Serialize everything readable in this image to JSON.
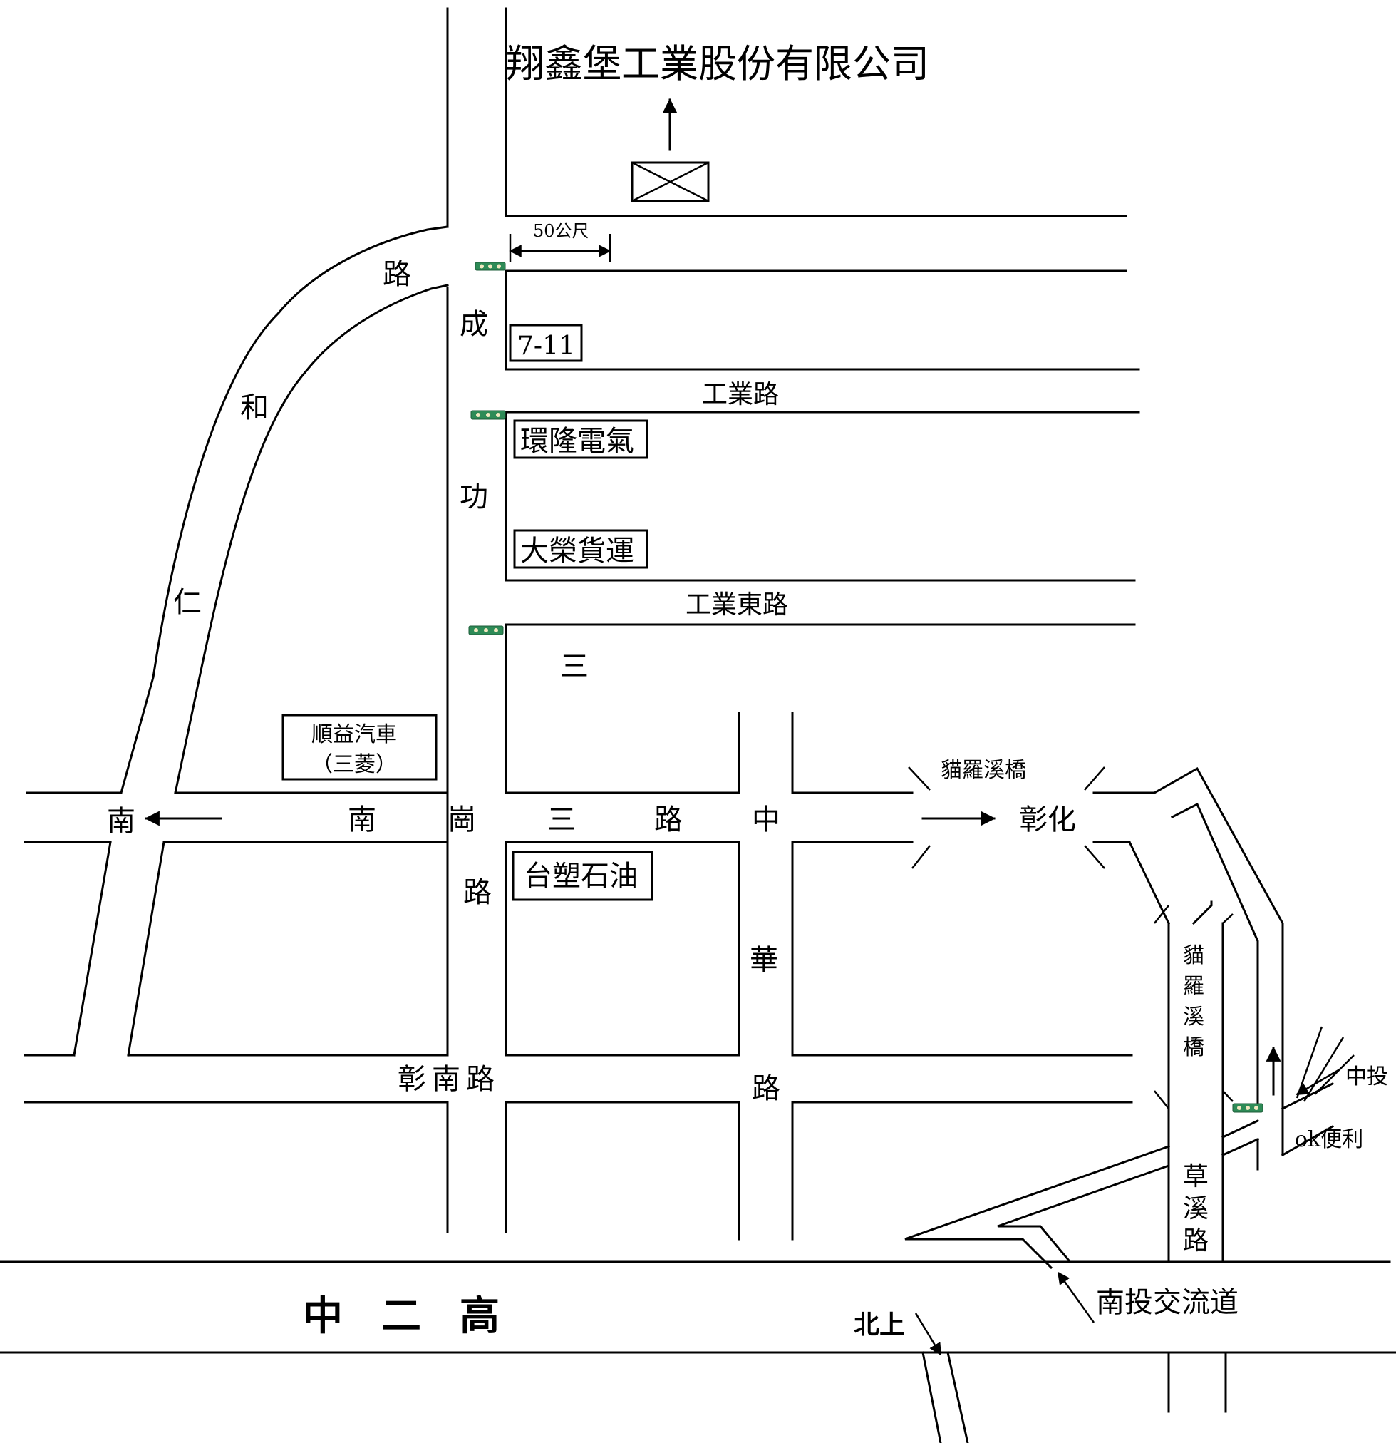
{
  "company": {
    "name": "翔鑫堡工業股份有限公司"
  },
  "scale": {
    "label": "50公尺"
  },
  "landmarks": {
    "seven_eleven": "7-11",
    "huanlong": "環隆電氣",
    "darong": "大榮貨運",
    "shunyi_line1": "順益汽車",
    "shunyi_line2": "（三菱）",
    "formosa": "台塑石油",
    "ok": "ok便利"
  },
  "roads": {
    "gongye": "工業路",
    "gongye_east": "工業東路",
    "chenggong": [
      "成",
      "功"
    ],
    "chenggong_san": "三",
    "renhe": [
      "路",
      "和",
      "仁"
    ],
    "nangang_san": [
      "南",
      "崗",
      "三",
      "路"
    ],
    "zhonghua": [
      "中",
      "華",
      "路"
    ],
    "nangang_road_mid": "路",
    "zhangnan": "彰南路",
    "zhonger": [
      "中",
      "二",
      "高"
    ],
    "caoxi": [
      "草",
      "溪",
      "路"
    ],
    "maoluoxi_bridge_h": "貓羅溪橋",
    "maoluoxi_bridge_v": [
      "貓",
      "羅",
      "溪",
      "橋"
    ]
  },
  "directions": {
    "south": "南",
    "changhua": "彰化",
    "zhongtou": "中投",
    "northbound": "北上",
    "nantou_interchange": "南投交流道"
  },
  "colors": {
    "signal_green": "#2e8b57",
    "signal_light": "#f2e8c0",
    "line": "#000000"
  }
}
